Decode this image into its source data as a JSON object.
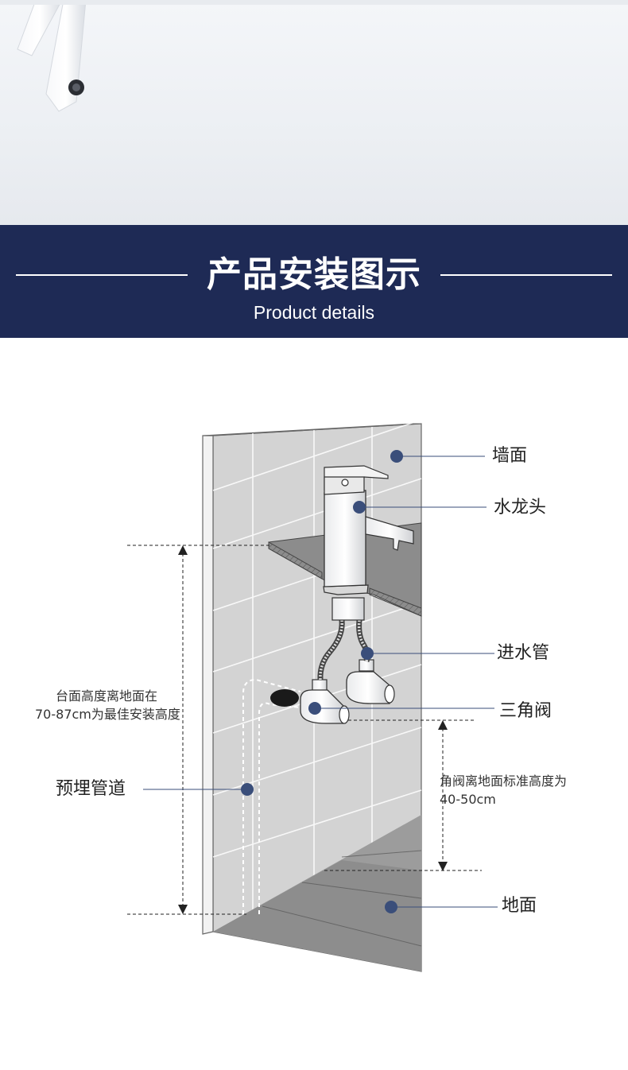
{
  "banner": {
    "title": "产品安装图示",
    "subtitle": "Product details"
  },
  "labels": {
    "wall": "墙面",
    "faucet": "水龙头",
    "inlet_hose": "进水管",
    "angle_valve": "三角阀",
    "embedded_pipe": "预埋管道",
    "floor": "地面"
  },
  "notes": {
    "counter_height_line1": "台面高度离地面在",
    "counter_height_line2": "70-87cm为最佳安装高度",
    "valve_height_line1": "角阀离地面标准高度为",
    "valve_height_line2": "40-50cm"
  },
  "colors": {
    "banner_bg": "#1e2a55",
    "marker": "#3a4e7a",
    "wall": "#d3d3d3",
    "floor": "#9c9c9c"
  }
}
